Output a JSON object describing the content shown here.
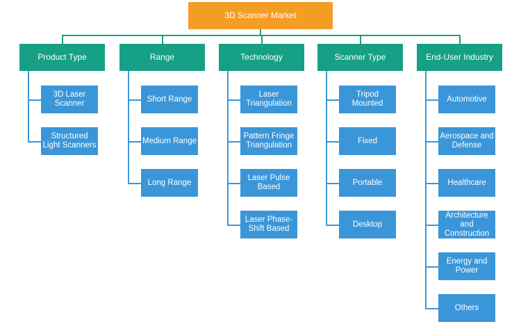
{
  "root": "3D Scanner Market",
  "categories": [
    {
      "label": "Product Type",
      "items": [
        "3D Laser Scanner",
        "Structured Light Scanners"
      ]
    },
    {
      "label": "Range",
      "items": [
        "Short Range",
        "Medium Range",
        "Long Range"
      ]
    },
    {
      "label": "Technology",
      "items": [
        "Laser Triangulation",
        "Pattern Fringe Triangulation",
        "Laser Pulse Based",
        "Laser Phase-Shift Based"
      ]
    },
    {
      "label": "Scanner Type",
      "items": [
        "Tripod Mounted",
        "Fixed",
        "Portable",
        "Desktop"
      ]
    },
    {
      "label": "End-User Industry",
      "items": [
        "Automotive",
        "Aerospace and Defense",
        "Healthcare",
        "Architecture and Construction",
        "Energy and Power",
        "Others"
      ]
    }
  ],
  "colors": {
    "root": "#f49d25",
    "category": "#16a085",
    "item": "#3a96d8"
  }
}
